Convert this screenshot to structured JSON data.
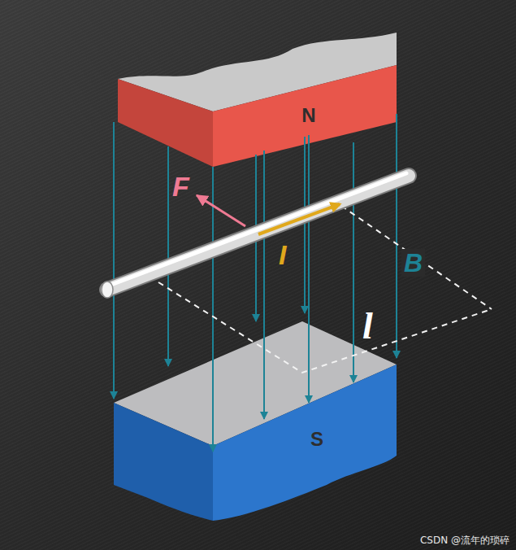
{
  "diagram": {
    "nodes": [
      {
        "text": [
          "N"
        ]
      },
      {
        "text": [
          "S"
        ]
      }
    ],
    "labels": [
      "F",
      "I",
      "B",
      "l",
      "CSDN @流年的琐碎"
    ]
  }
}
